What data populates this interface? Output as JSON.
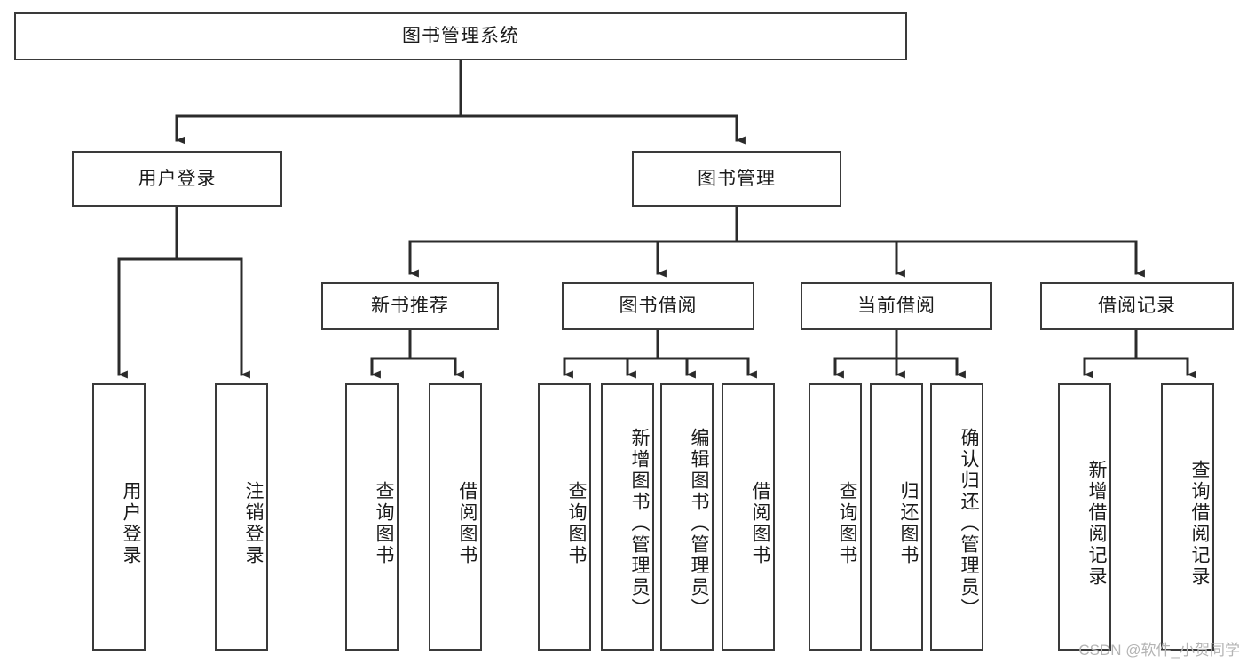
{
  "diagram": {
    "type": "tree-hierarchy-diagram",
    "title": "图书管理系统",
    "watermark": "CSDN @软件_小贺同学",
    "colors": {
      "box_border": "#3a3a3a",
      "box_fill": "#ffffff",
      "edge": "#2b2b2b",
      "text": "#1a1a1a",
      "watermark": "#b4b4b4",
      "background": "#ffffff"
    },
    "levels": {
      "root": "图书管理系统",
      "level2": [
        "用户登录",
        "图书管理"
      ],
      "level3": [
        "新书推荐",
        "图书借阅",
        "当前借阅",
        "借阅记录"
      ],
      "level4_groups": [
        {
          "parent": "用户登录",
          "children": [
            "用户登录",
            "注销登录"
          ]
        },
        {
          "parent": "新书推荐",
          "children": [
            "查询图书",
            "借阅图书"
          ]
        },
        {
          "parent": "图书借阅",
          "children": [
            "查询图书",
            "新增图书（管理员）",
            "编辑图书（管理员）",
            "借阅图书"
          ]
        },
        {
          "parent": "当前借阅",
          "children": [
            "查询图书",
            "归还图书",
            "确认归还（管理员）"
          ]
        },
        {
          "parent": "借阅记录",
          "children": [
            "新增借阅记录",
            "查询借阅记录"
          ]
        }
      ]
    },
    "nodes": {
      "root": {
        "label": "图书管理系统"
      },
      "user_login": {
        "label": "用户登录"
      },
      "book_manage": {
        "label": "图书管理"
      },
      "new_book_rec": {
        "label": "新书推荐"
      },
      "book_borrow": {
        "label": "图书借阅"
      },
      "current_borrow": {
        "label": "当前借阅"
      },
      "borrow_record": {
        "label": "借阅记录"
      },
      "leaf_user_login": {
        "label": "用户登录"
      },
      "leaf_logout": {
        "label": "注销登录"
      },
      "leaf_query_book_1": {
        "label": "查询图书"
      },
      "leaf_borrow_book_1": {
        "label": "借阅图书"
      },
      "leaf_query_book_2": {
        "label": "查询图书"
      },
      "leaf_add_book": {
        "label": "新增图书（管理员）"
      },
      "leaf_edit_book": {
        "label": "编辑图书（管理员）"
      },
      "leaf_borrow_book_2": {
        "label": "借阅图书"
      },
      "leaf_query_book_3": {
        "label": "查询图书"
      },
      "leaf_return_book": {
        "label": "归还图书"
      },
      "leaf_confirm_return": {
        "label": "确认归还（管理员）"
      },
      "leaf_add_record": {
        "label": "新增借阅记录"
      },
      "leaf_query_record": {
        "label": "查询借阅记录"
      }
    }
  }
}
